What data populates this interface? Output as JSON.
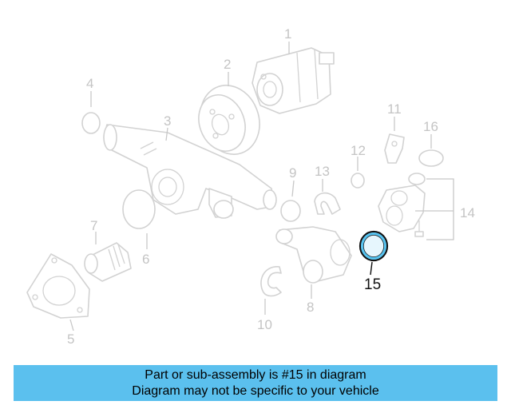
{
  "diagram": {
    "highlight_color": "#56c3f0",
    "part_color": "#d2d2d2",
    "callouts": [
      {
        "id": "1",
        "label": "1"
      },
      {
        "id": "2",
        "label": "2"
      },
      {
        "id": "3",
        "label": "3"
      },
      {
        "id": "4",
        "label": "4"
      },
      {
        "id": "5",
        "label": "5"
      },
      {
        "id": "6",
        "label": "6"
      },
      {
        "id": "7",
        "label": "7"
      },
      {
        "id": "8",
        "label": "8"
      },
      {
        "id": "9",
        "label": "9"
      },
      {
        "id": "10",
        "label": "10"
      },
      {
        "id": "11",
        "label": "11"
      },
      {
        "id": "12",
        "label": "12"
      },
      {
        "id": "13",
        "label": "13"
      },
      {
        "id": "14",
        "label": "14"
      },
      {
        "id": "15",
        "label": "15",
        "highlighted": true
      },
      {
        "id": "16",
        "label": "16"
      }
    ]
  },
  "banner": {
    "color": "#5bc0ee",
    "line1": "Part or sub-assembly is #15 in diagram",
    "line2": "Diagram may not be specific to your vehicle"
  }
}
